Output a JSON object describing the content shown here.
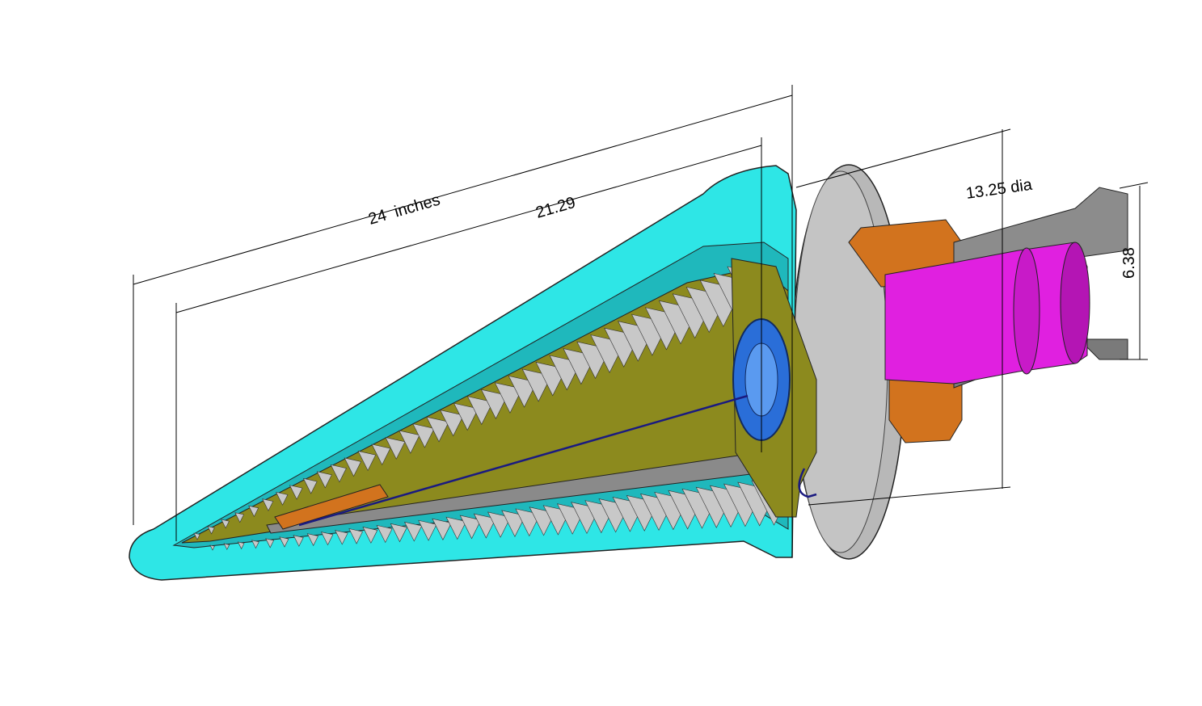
{
  "dimensions": {
    "overall_length": "24  inches",
    "inner_length": "21.29",
    "flange_diameter": "13.25 dia",
    "housing_height": "6.38"
  },
  "colors": {
    "cone": "#2ee6e6",
    "cone_shade": "#1fb8bc",
    "teeth": "#c8c8c8",
    "inner_body": "#8c8a1e",
    "plate": "#b4b4b4",
    "motor": "#e020e0",
    "flange": "#d2731e",
    "fan": "#2a6ed8"
  }
}
